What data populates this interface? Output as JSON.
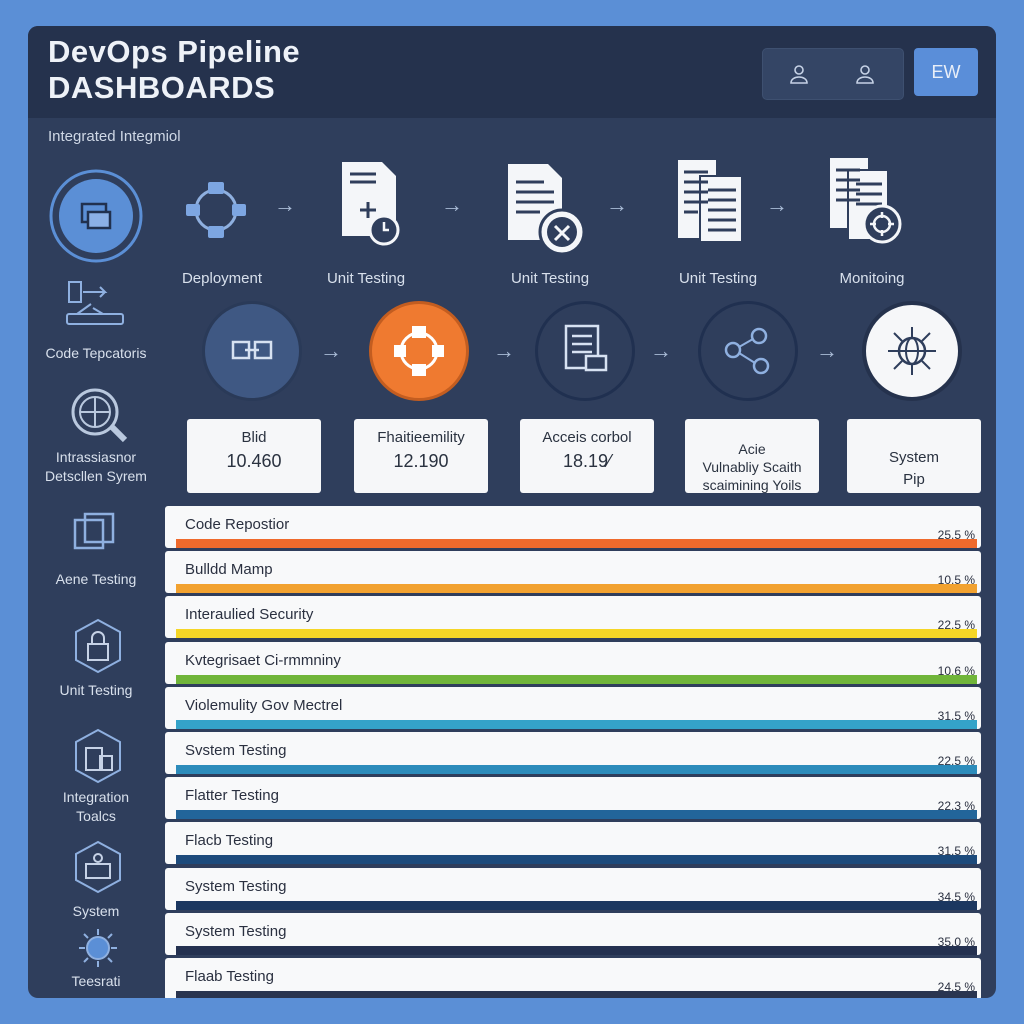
{
  "header": {
    "title_line1": "DevOps Pipeline",
    "title_line2": "DASHBOARDS",
    "button_label": "EW"
  },
  "section_label": "Integrated Integmiol",
  "sidebar": [
    {
      "label": "Code Tepcatoris",
      "icon": "code-repository-icon"
    },
    {
      "label": "Intrassiasnor\nDetscllen Syrem",
      "icon": "intrusion-detection-icon"
    },
    {
      "label": "Aene Testing",
      "icon": "layers-icon"
    },
    {
      "label": "Unit Testing",
      "icon": "lock-network-icon"
    },
    {
      "label": "Integration\nToalcs",
      "icon": "integration-icon"
    },
    {
      "label": "System",
      "icon": "system-icon"
    },
    {
      "label": "Teesrati",
      "icon": "gear-sun-icon"
    }
  ],
  "flow": [
    {
      "label": "Deployment",
      "icon": "deployment-network-icon"
    },
    {
      "label": "Unit Testing",
      "icon": "document-add-icon"
    },
    {
      "label": "Unit Testing",
      "icon": "document-tools-icon"
    },
    {
      "label": "Unit Testing",
      "icon": "documents-stack-icon"
    },
    {
      "label": "Monitoing",
      "icon": "monitoring-docs-icon"
    }
  ],
  "stages": [
    {
      "icon": "chain-link-icon",
      "style": "blue"
    },
    {
      "icon": "cycle-nodes-icon",
      "style": "orange"
    },
    {
      "icon": "report-doc-icon",
      "style": "dark"
    },
    {
      "icon": "gears-network-icon",
      "style": "dark"
    },
    {
      "icon": "globe-network-icon",
      "style": "white"
    }
  ],
  "metrics": [
    {
      "label": "Blid",
      "value": "10.460"
    },
    {
      "label": "Fhaitieemility",
      "value": "12.190"
    },
    {
      "label": "Acceis corbol",
      "value": "18.19⁄"
    },
    {
      "label": "Acie\nVulnabliy Scaith\nscaimining Yoils",
      "value": ""
    },
    {
      "label": "System\nPip",
      "value": ""
    }
  ],
  "rows": [
    {
      "name": "Code Repostior",
      "pct": "25.5 %",
      "color": "#ef6a2c"
    },
    {
      "name": "Bulldd Mamp",
      "pct": "10.5 %",
      "color": "#f2a230"
    },
    {
      "name": "Interaulied Security",
      "pct": "22.5 %",
      "color": "#f5d626"
    },
    {
      "name": "Kvtegrisaet Ci-rmmniny",
      "pct": "10.6 %",
      "color": "#70b53a"
    },
    {
      "name": "Violemulity Gov Mectrel",
      "pct": "31.5 %",
      "color": "#34a3c9"
    },
    {
      "name": "Svstem Testing",
      "pct": "22.5 %",
      "color": "#2d8cbb"
    },
    {
      "name": "Flatter Testing",
      "pct": "22.3 %",
      "color": "#22659a"
    },
    {
      "name": "Flacb Testing",
      "pct": "31.5 %",
      "color": "#1d4b7c"
    },
    {
      "name": "System Testing",
      "pct": "34.5 %",
      "color": "#1b3760"
    },
    {
      "name": "System Testing",
      "pct": "35.0 %",
      "color": "#243150"
    },
    {
      "name": "Flaab Testing",
      "pct": "24.5 %",
      "color": "#2a3550"
    }
  ]
}
